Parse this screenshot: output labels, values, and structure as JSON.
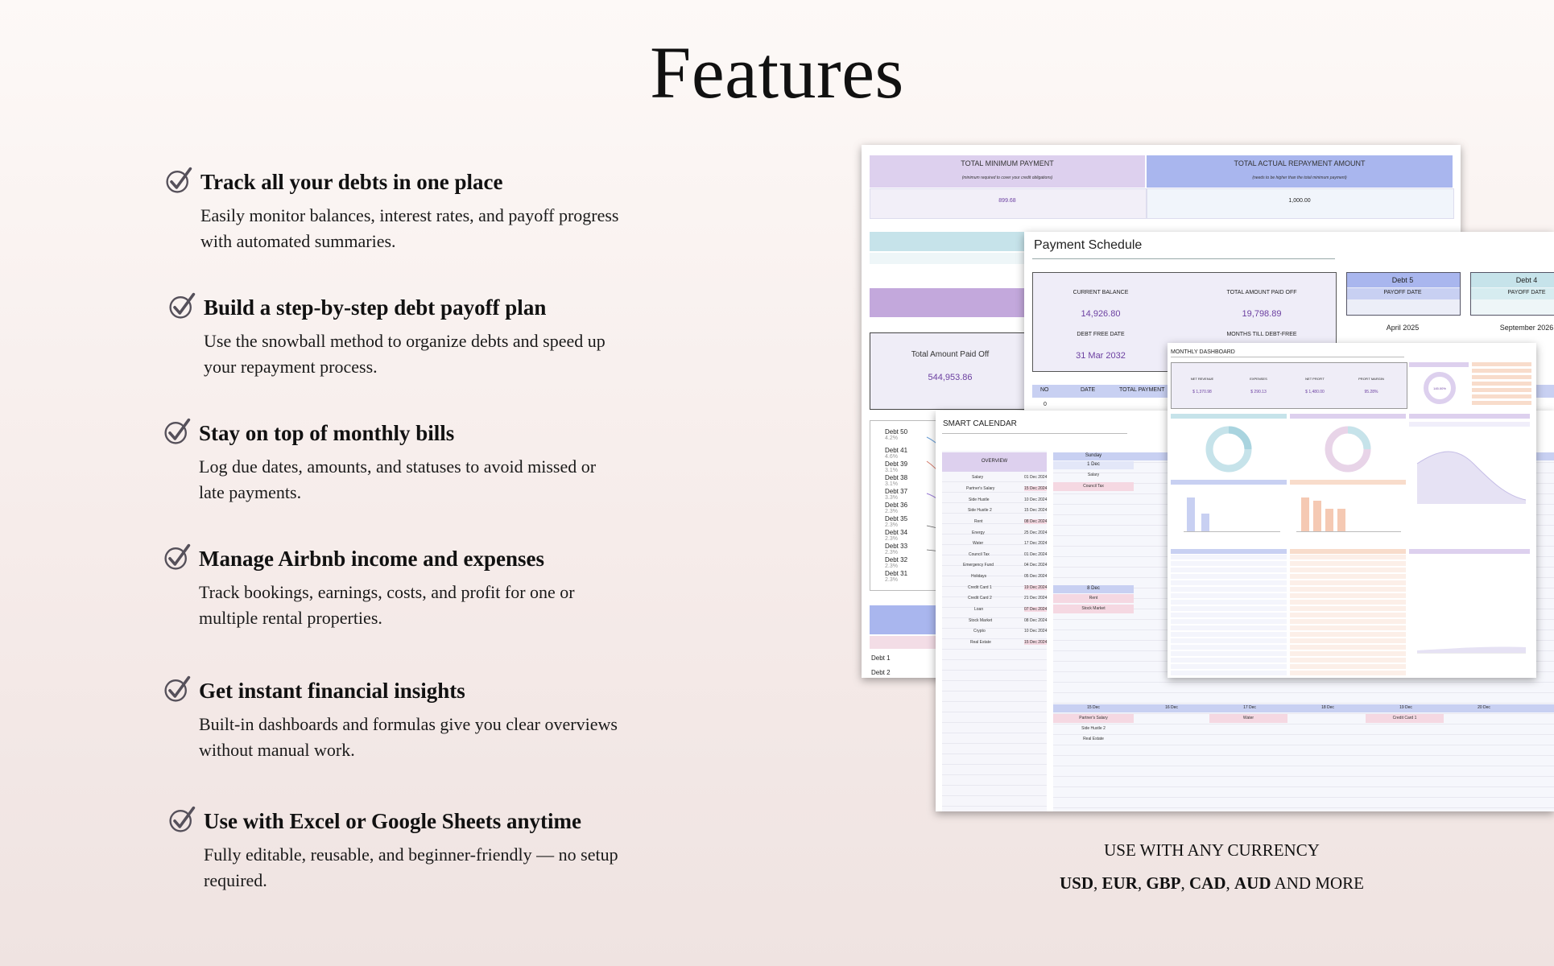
{
  "title": "Features",
  "features": [
    {
      "heading": "Track all your debts in one place",
      "body": "Easily monitor balances, interest rates, and payoff progress with automated summaries."
    },
    {
      "heading": "Build a step-by-step debt payoff plan",
      "body": "Use the snowball method to organize debts and speed up your repayment process."
    },
    {
      "heading": "Stay on top of monthly bills",
      "body": "Log due dates, amounts, and statuses to avoid missed or late payments."
    },
    {
      "heading": "Manage Airbnb income and expenses",
      "body": "Track bookings, earnings, costs, and profit for one or multiple rental properties."
    },
    {
      "heading": "Get instant financial insights",
      "body": "Built-in dashboards and formulas give you clear overviews without manual work."
    },
    {
      "heading": "Use with Excel or Google Sheets anytime",
      "body": "Fully editable, reusable, and beginner-friendly — no setup required."
    }
  ],
  "debt_sheet": {
    "total_min_payment_label": "TOTAL MINIMUM PAYMENT",
    "total_min_payment_note": "(minimum required to cover your credit obligations)",
    "total_min_payment_value": "899.68",
    "total_actual_label": "TOTAL ACTUAL REPAYMENT AMOUNT",
    "total_actual_note": "(needs to be higher than the total minimum payment)",
    "total_actual_value": "1,000.00",
    "paid_off_label": "Total Amount Paid Off",
    "paid_off_value": "544,953.86",
    "debts": [
      "Debt 50",
      "Debt 41",
      "Debt 39",
      "Debt 38",
      "Debt 37",
      "Debt 36",
      "Debt 35",
      "Debt 34",
      "Debt 33",
      "Debt 32",
      "Debt 31"
    ],
    "debt_pcts": [
      "4.2%",
      "4.6%",
      "3.1%",
      "3.1%",
      "3.3%",
      "2.3%",
      "2.3%",
      "2.3%",
      "2.3%",
      "2.3%",
      "2.3%"
    ],
    "bottom_rows": [
      "Debt 1",
      "Debt 2"
    ]
  },
  "payment_schedule": {
    "title": "Payment Schedule",
    "current_balance_label": "CURRENT BALANCE",
    "current_balance_value": "14,926.80",
    "total_paid_label": "TOTAL AMOUNT PAID OFF",
    "total_paid_value": "19,798.89",
    "debt_free_label": "DEBT FREE DATE",
    "debt_free_value": "31 Mar 2032",
    "months_label": "MONTHS TILL DEBT-FREE",
    "debt5_label": "Debt 5",
    "debt4_label": "Debt 4",
    "payoff_label": "PAYOFF DATE",
    "debt5_date": "April 2025",
    "debt4_date": "September 2026",
    "table_headers": [
      "NO",
      "DATE",
      "TOTAL PAYMENT"
    ],
    "first_row_no": "0"
  },
  "monthly_dashboard": {
    "title": "MONTHLY DASHBOARD",
    "kpi_labels": [
      "NET REVENUE",
      "EXPENSES",
      "NET PROFIT",
      "PROFIT MARGIN"
    ],
    "kpi_values": [
      "$ 1,370.98",
      "$ 290.13",
      "$ 1,480.00",
      "95.28%"
    ],
    "ring_value": "145.00%"
  },
  "smart_calendar": {
    "title": "SMART CALENDAR",
    "overview_label": "OVERVIEW",
    "sunday_label": "Sunday",
    "first_day": "1 Dec",
    "eighth_day": "8 Dec",
    "items": [
      {
        "name": "Salary",
        "date": "01 Dec 2024",
        "hl": false
      },
      {
        "name": "Partner's Salary",
        "date": "15 Dec 2024",
        "hl": true
      },
      {
        "name": "Side Hustle",
        "date": "10 Dec 2024",
        "hl": false
      },
      {
        "name": "Side Hustle 2",
        "date": "15 Dec 2024",
        "hl": false
      },
      {
        "name": "Rent",
        "date": "08 Dec 2024",
        "hl": true
      },
      {
        "name": "Energy",
        "date": "25 Dec 2024",
        "hl": false
      },
      {
        "name": "Water",
        "date": "17 Dec 2024",
        "hl": false
      },
      {
        "name": "Council Tax",
        "date": "01 Dec 2024",
        "hl": false
      },
      {
        "name": "Emergency Fund",
        "date": "04 Dec 2024",
        "hl": false
      },
      {
        "name": "Holidays",
        "date": "05 Dec 2024",
        "hl": false
      },
      {
        "name": "Credit Card 1",
        "date": "19 Dec 2024",
        "hl": true
      },
      {
        "name": "Credit Card 2",
        "date": "21 Dec 2024",
        "hl": false
      },
      {
        "name": "Loan",
        "date": "07 Dec 2024",
        "hl": true
      },
      {
        "name": "Stock Market",
        "date": "08 Dec 2024",
        "hl": false
      },
      {
        "name": "Crypto",
        "date": "10 Dec 2024",
        "hl": false
      },
      {
        "name": "Real Estate",
        "date": "15 Dec 2024",
        "hl": true
      }
    ],
    "day1_events": [
      "Salary",
      "Council Tax"
    ],
    "day8_events": [
      "Rent",
      "Stock Market"
    ],
    "week3_days": [
      "15 Dec",
      "16 Dec",
      "17 Dec",
      "18 Dec",
      "19 Dec",
      "20 Dec"
    ],
    "day15_events": [
      "Partner's Salary",
      "Side Hustle 2",
      "Real Estate"
    ],
    "day17_event": "Water",
    "day19_event": "Credit Card 1"
  },
  "currency": {
    "line1": "USE WITH ANY CURRENCY",
    "c1": "USD",
    "c2": "EUR",
    "c3": "GBP",
    "c4": "CAD",
    "c5": "AUD",
    "sep": ", ",
    "tail": " AND MORE"
  }
}
